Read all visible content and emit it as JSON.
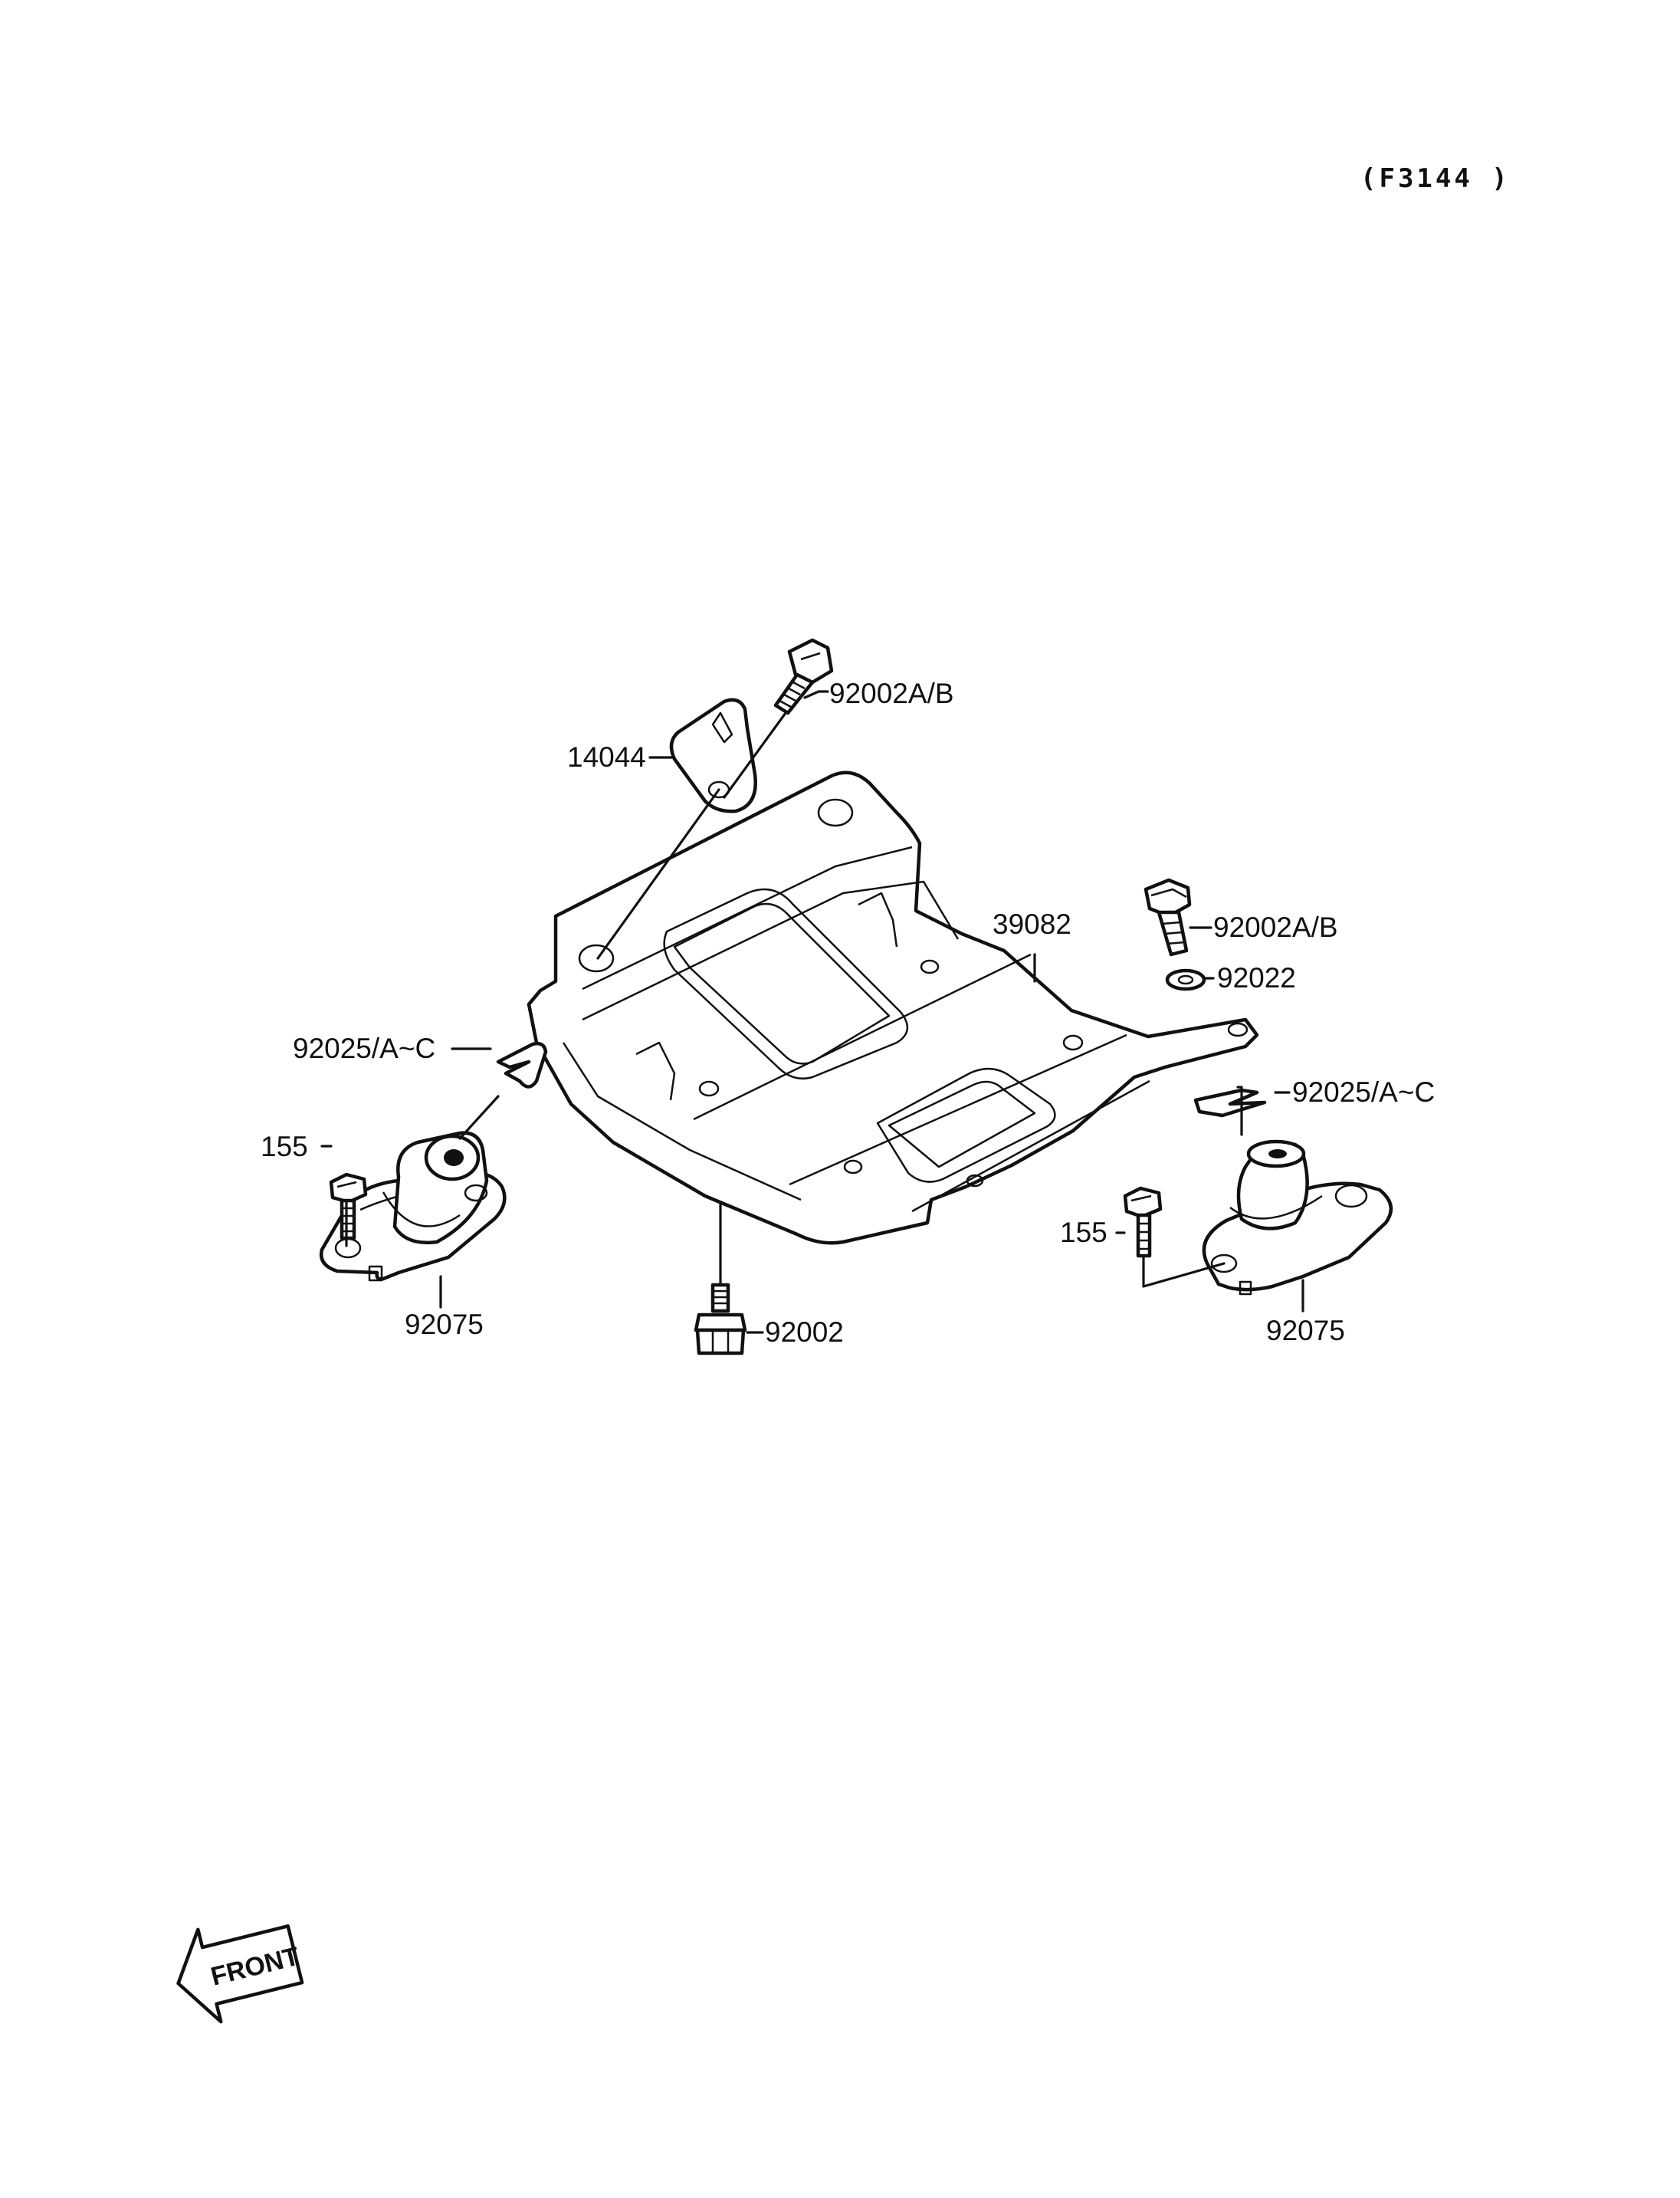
{
  "figure_code": "(F3144 )",
  "labels": {
    "bolt_top": "92002A/B",
    "bracket": "14044",
    "plate": "39082",
    "bolt_right": "92002A/B",
    "washer_right": "92022",
    "shim_left": "92025/A~C",
    "shim_right": "92025/A~C",
    "bolt_small_left": "155",
    "bolt_small_right": "155",
    "mount_left": "92075",
    "mount_right": "92075",
    "bolt_bottom": "92002"
  },
  "front_arrow": "FRONT"
}
